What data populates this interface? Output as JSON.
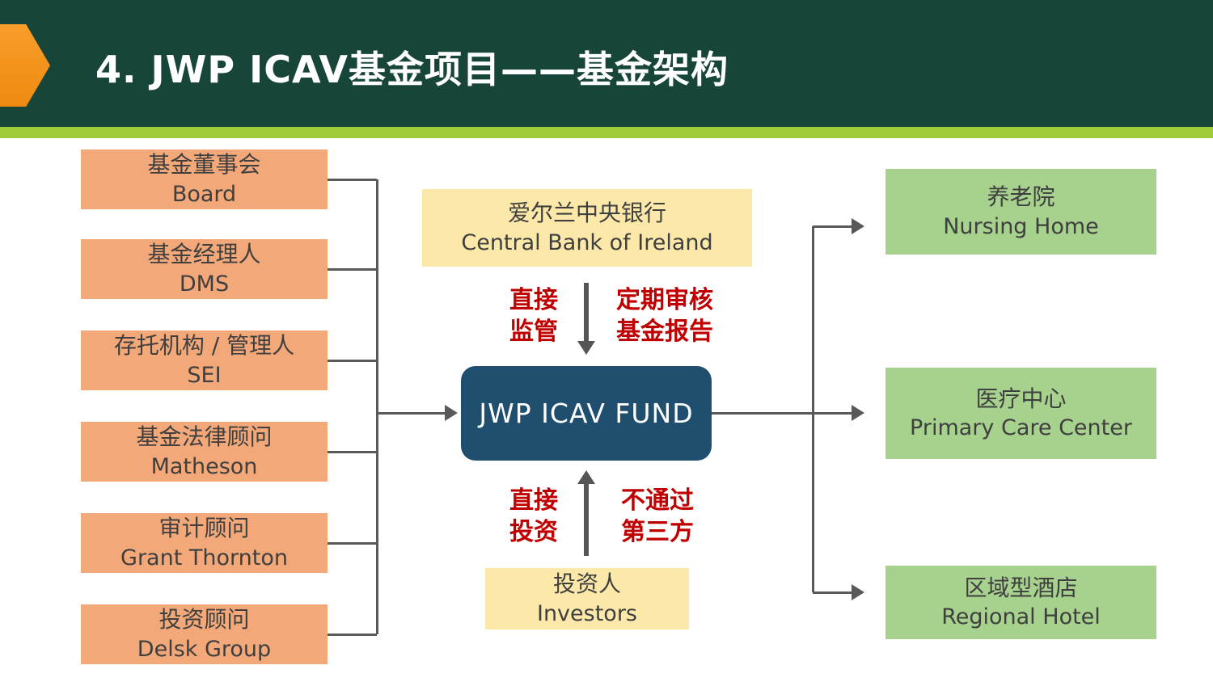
{
  "header": {
    "title": "4. JWP ICAV基金项目——基金架构"
  },
  "left_column": {
    "boxes": [
      {
        "cn": "基金董事会",
        "en": "Board"
      },
      {
        "cn": "基金经理人",
        "en": "DMS"
      },
      {
        "cn": "存托机构 / 管理人",
        "en": "SEI"
      },
      {
        "cn": "基金法律顾问",
        "en": "Matheson"
      },
      {
        "cn": "审计顾问",
        "en": "Grant Thornton"
      },
      {
        "cn": "投资顾问",
        "en": "Delsk Group"
      }
    ]
  },
  "center": {
    "regulator_box": {
      "cn": "爱尔兰中央银行",
      "en": "Central Bank of Ireland"
    },
    "fund_box": {
      "label": "JWP ICAV FUND"
    },
    "investors_box": {
      "cn": "投资人",
      "en": "Investors"
    },
    "regulation_labels": {
      "left": [
        "直接",
        "监管"
      ],
      "right": [
        "定期审核",
        "基金报告"
      ]
    },
    "investment_labels": {
      "left": [
        "直接",
        "投资"
      ],
      "right": [
        "不通过",
        "第三方"
      ]
    }
  },
  "right_column": {
    "boxes": [
      {
        "cn": "养老院",
        "en": "Nursing Home"
      },
      {
        "cn": "医疗中心",
        "en": "Primary Care Center"
      },
      {
        "cn": "区域型酒店",
        "en": "Regional Hotel"
      }
    ]
  },
  "colors": {
    "header_bg": "#17453a",
    "accent_stripe": "#a0cb39",
    "chevron_orange": "#f7941d",
    "left_box": "#f2a878",
    "yellow_box": "#fce9a9",
    "fund_box": "#1f4e6e",
    "green_box": "#a6d28e",
    "red_text": "#c00000",
    "connector_gray": "#595959"
  }
}
